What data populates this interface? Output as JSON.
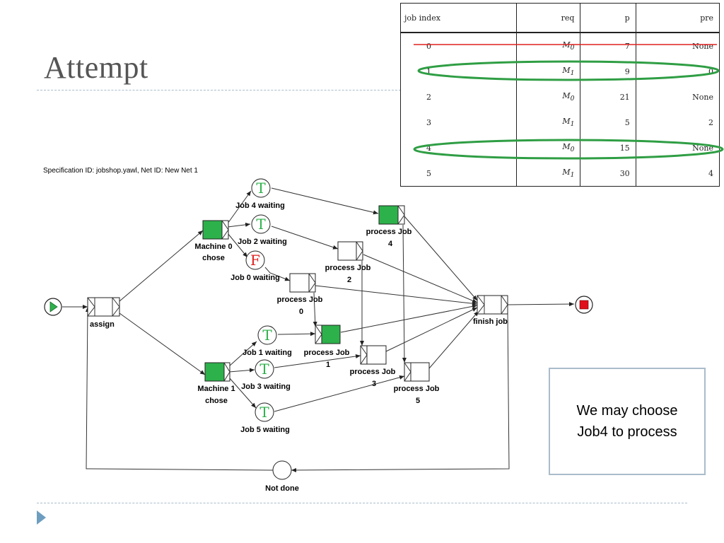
{
  "slide": {
    "title": "Attempt"
  },
  "spec_text": "Specification ID: jobshop.yawl, Net ID:  New Net 1",
  "table": {
    "headers": [
      "job index",
      "req",
      "p",
      "pre"
    ],
    "rows": [
      [
        "0",
        "M0",
        "7",
        "None"
      ],
      [
        "1",
        "M1",
        "9",
        "0"
      ],
      [
        "2",
        "M0",
        "21",
        "None"
      ],
      [
        "3",
        "M1",
        "5",
        "2"
      ],
      [
        "4",
        "M0",
        "15",
        "None"
      ],
      [
        "5",
        "M1",
        "30",
        "4"
      ]
    ],
    "struck_row": 0,
    "circled_rows": [
      1,
      4
    ],
    "strike_color": "#e02020",
    "circle_color": "#2f9e44"
  },
  "net": {
    "tasks": {
      "assign": "assign",
      "m0": [
        "Machine 0",
        "chose"
      ],
      "m1": [
        "Machine 1",
        "chose"
      ],
      "pj0": [
        "process Job",
        "0"
      ],
      "pj1": [
        "process Job",
        "1"
      ],
      "pj2": [
        "process Job",
        "2"
      ],
      "pj3": [
        "process Job",
        "3"
      ],
      "pj4": [
        "process Job",
        "4"
      ],
      "pj5": [
        "process Job",
        "5"
      ],
      "finish": "finish job"
    },
    "conditions": {
      "j4": {
        "label": "Job 4 waiting",
        "token": "T"
      },
      "j2": {
        "label": "Job 2 waiting",
        "token": "T"
      },
      "j0": {
        "label": "Job 0 waiting",
        "token": "F"
      },
      "j1": {
        "label": "Job 1 waiting",
        "token": "T"
      },
      "j3": {
        "label": "Job 3 waiting",
        "token": "T"
      },
      "j5": {
        "label": "Job 5 waiting",
        "token": "T"
      },
      "notdone": {
        "label": "Not done"
      }
    },
    "colors": {
      "active_task": "#2db14b",
      "true_token": "#2db14b",
      "false_token": "#e02020",
      "start": "#2db14b",
      "end": "#e0101a"
    }
  },
  "note": {
    "lines": [
      "We may choose",
      "Job4 to process"
    ]
  }
}
